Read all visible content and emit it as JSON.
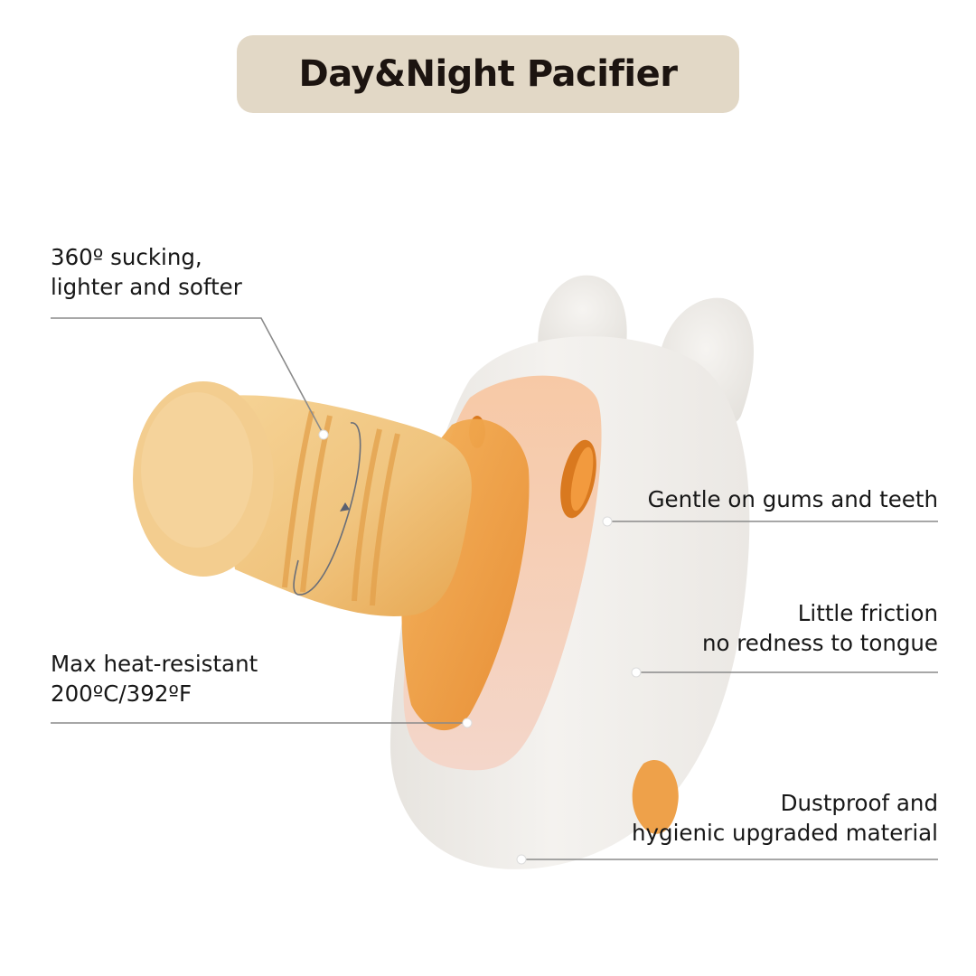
{
  "header": {
    "title": "Day&Night Pacifier"
  },
  "colors": {
    "title_pill_bg": "#e2d8c6",
    "title_text": "#1c1410",
    "nipple": "#f0c47e",
    "nipple_dark": "#e3a04a",
    "shield_white": "#f1efec",
    "shield_inner_pink": "#f6d3bf",
    "leader_line": "#8a8a8a"
  },
  "callouts": {
    "sucking": {
      "line1": "360º sucking,",
      "line2": "lighter and softer"
    },
    "heat": {
      "line1": "Max heat-resistant",
      "line2": "200ºC/392ºF"
    },
    "gentle": {
      "line1": "Gentle on gums and teeth"
    },
    "friction": {
      "line1": "Little friction",
      "line2": "no redness to tongue"
    },
    "dustproof": {
      "line1": "Dustproof and",
      "line2": "hygienic upgraded material"
    }
  },
  "product": {
    "name": "bunny-ear pacifier",
    "icons": [
      "rotation-arrow-icon"
    ]
  }
}
